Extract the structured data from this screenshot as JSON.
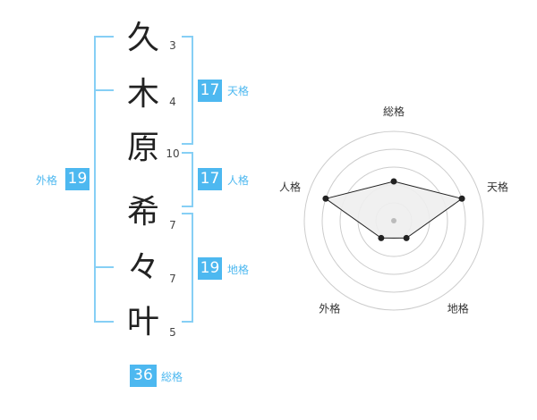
{
  "name": {
    "characters": [
      {
        "char": "久",
        "strokes": "3"
      },
      {
        "char": "木",
        "strokes": "4"
      },
      {
        "char": "原",
        "strokes": "10"
      },
      {
        "char": "希",
        "strokes": "7"
      },
      {
        "char": "々",
        "strokes": "7"
      },
      {
        "char": "叶",
        "strokes": "5"
      }
    ]
  },
  "fortune": {
    "tenkaku": {
      "value": "17",
      "label": "天格"
    },
    "jinkaku": {
      "value": "17",
      "label": "人格"
    },
    "chikaku": {
      "value": "19",
      "label": "地格"
    },
    "gaikaku": {
      "value": "19",
      "label": "外格"
    },
    "soukaku": {
      "value": "36",
      "label": "総格"
    }
  },
  "radar": {
    "axes": [
      "総格",
      "天格",
      "地格",
      "外格",
      "人格"
    ],
    "values": [
      2.2,
      4,
      1.2,
      1.2,
      4
    ],
    "max": 5,
    "fill_color": "#eeeeee",
    "line_color": "#222222",
    "ring_color": "#cccccc"
  },
  "colors": {
    "accent": "#4db8f0",
    "bracket": "#86cff5"
  }
}
